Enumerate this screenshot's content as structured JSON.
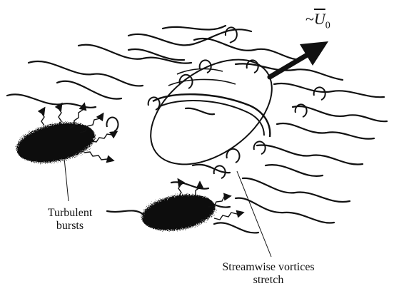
{
  "labels": {
    "velocity": {
      "prefix": "~",
      "symbol": "U",
      "subscript": "0"
    },
    "turbulent_bursts": [
      "Turbulent",
      "bursts"
    ],
    "streamwise_vortices": [
      "Streamwise vortices",
      "stretch"
    ]
  },
  "colors": {
    "ink": "#111111",
    "background": "#ffffff"
  },
  "icons": [
    "flow-direction-arrow",
    "vortex-loop-icon",
    "turbulent-burst-blob",
    "wavy-emission-arrow"
  ]
}
